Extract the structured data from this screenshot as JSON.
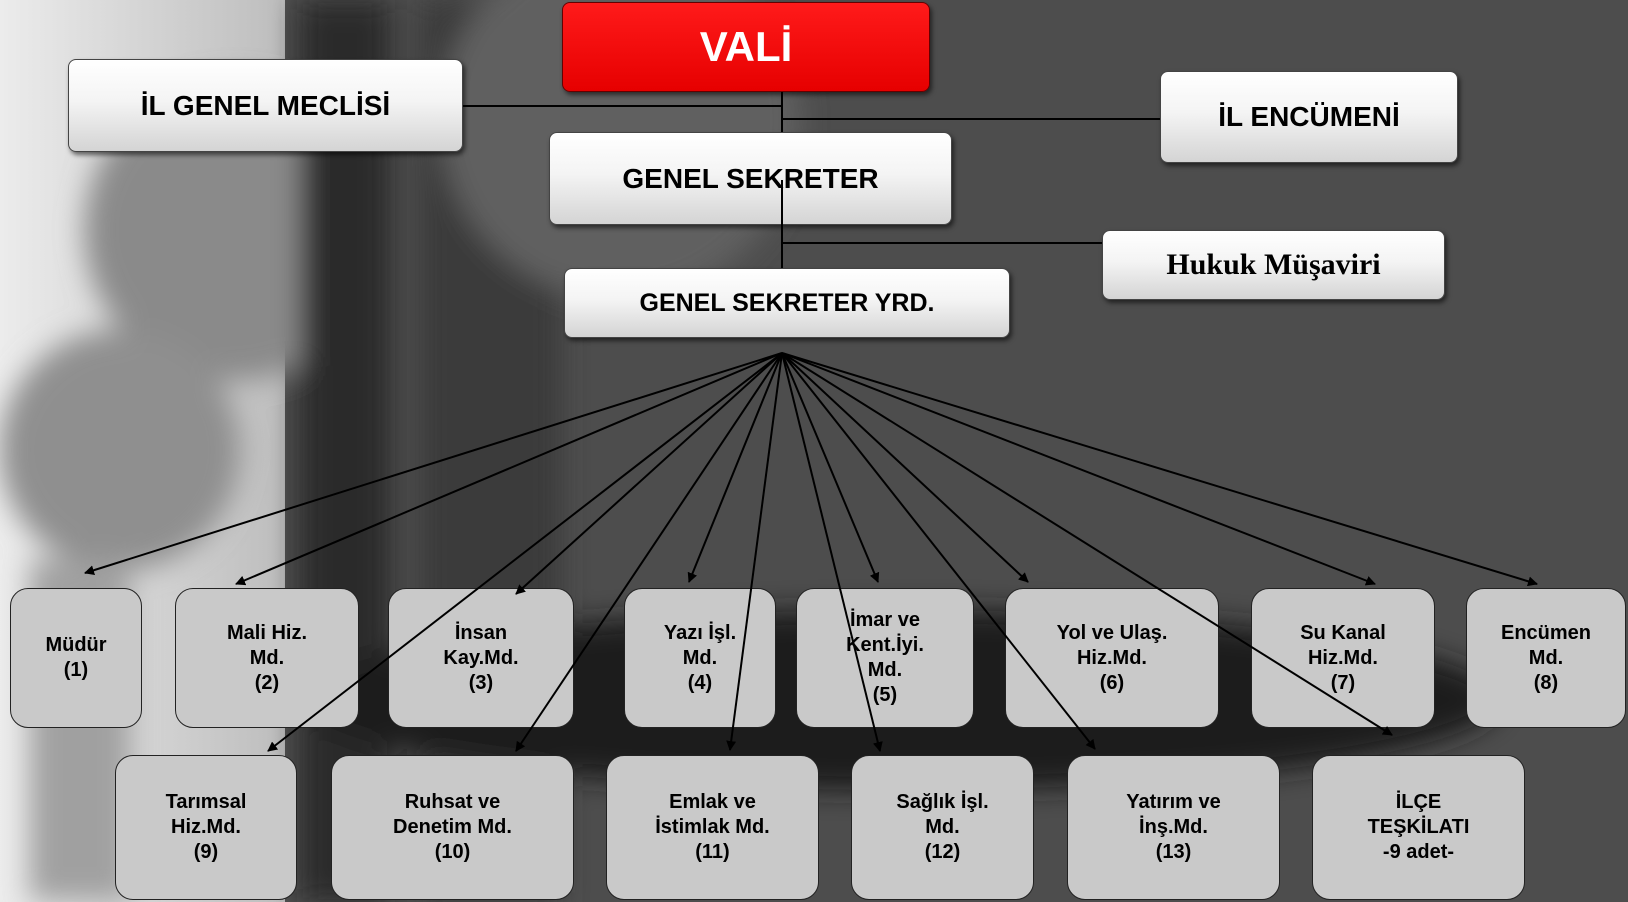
{
  "colors": {
    "vali_fill": "#ff0000",
    "box_fill": "#f2f2f2",
    "unit_fill": "#c9c9c9",
    "line": "#000000"
  },
  "top": {
    "vali": "VALİ",
    "il_genel_meclisi": "İL GENEL MECLİSİ",
    "il_encumeni": "İL ENCÜMENİ",
    "genel_sekreter": "GENEL SEKRETER",
    "hukuk_musaviri": "Hukuk Müşaviri",
    "genel_sekreter_yrd": "GENEL SEKRETER YRD."
  },
  "units": [
    {
      "id": "u1",
      "label": "Müdür\n(1)"
    },
    {
      "id": "u2",
      "label": "Mali Hiz.\nMd.\n(2)"
    },
    {
      "id": "u3",
      "label": "İnsan\nKay.Md.\n(3)"
    },
    {
      "id": "u4",
      "label": "Yazı İşl.\nMd.\n(4)"
    },
    {
      "id": "u5",
      "label": "İmar ve\nKent.İyi.\nMd.\n(5)"
    },
    {
      "id": "u6",
      "label": "Yol ve Ulaş.\nHiz.Md.\n(6)"
    },
    {
      "id": "u7",
      "label": "Su Kanal\nHiz.Md.\n(7)"
    },
    {
      "id": "u8",
      "label": "Encümen\nMd.\n(8)"
    },
    {
      "id": "u9",
      "label": "Tarımsal\nHiz.Md.\n(9)"
    },
    {
      "id": "u10",
      "label": "Ruhsat ve\nDenetim Md.\n(10)"
    },
    {
      "id": "u11",
      "label": "Emlak ve\nİstimlak Md.\n(11)"
    },
    {
      "id": "u12",
      "label": "Sağlık İşl.\nMd.\n(12)"
    },
    {
      "id": "u13",
      "label": "Yatırım ve\nİnş.Md.\n(13)"
    },
    {
      "id": "u14",
      "label": "İLÇE\nTEŞKİLATI\n-9 adet-"
    }
  ]
}
